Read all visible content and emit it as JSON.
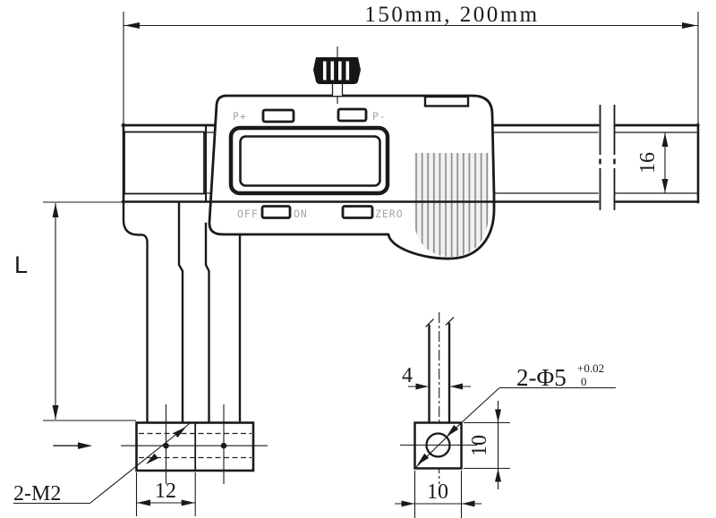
{
  "page": {
    "background": "#ffffff"
  },
  "colors": {
    "line": "#1a1a1a",
    "label_gray": "#a6a6a6",
    "hatch_stripe": "#8d8d8d",
    "hatch_bg": "#f1f1f1",
    "knob_fill": "#161616"
  },
  "dimensions": {
    "overall_range": "150mm, 200mm",
    "beam_height": "16",
    "leg_length": "L",
    "thread_callout": "2-M2",
    "hole_spacing": "12",
    "rod_width": "4",
    "hole_callout": "2-Φ5",
    "hole_tol_upper": "+0.02",
    "hole_tol_lower": "0",
    "foot_height": "10",
    "foot_width": "10"
  },
  "caliper_labels": {
    "preset_plus": "P+",
    "preset_minus": "P-",
    "off": "OFF",
    "on": "ON",
    "zero": "ZERO"
  }
}
